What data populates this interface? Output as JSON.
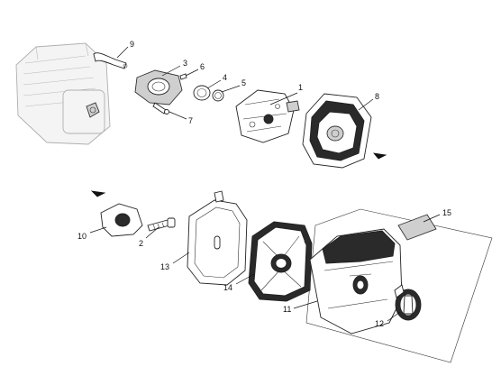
{
  "callouts": {
    "c1": "1",
    "c2": "2",
    "c3": "3",
    "c4": "4",
    "c5": "5",
    "c6": "6",
    "c7": "7",
    "c8": "8",
    "c9": "9",
    "c10": "10",
    "c11": "11",
    "c12": "12",
    "c13": "13",
    "c14": "14",
    "c15": "15"
  },
  "colors": {
    "line": "#222222",
    "dark_fill": "#2a2a2a",
    "grey_fill": "#cfcfcf",
    "faint": "#b0b0b0"
  }
}
